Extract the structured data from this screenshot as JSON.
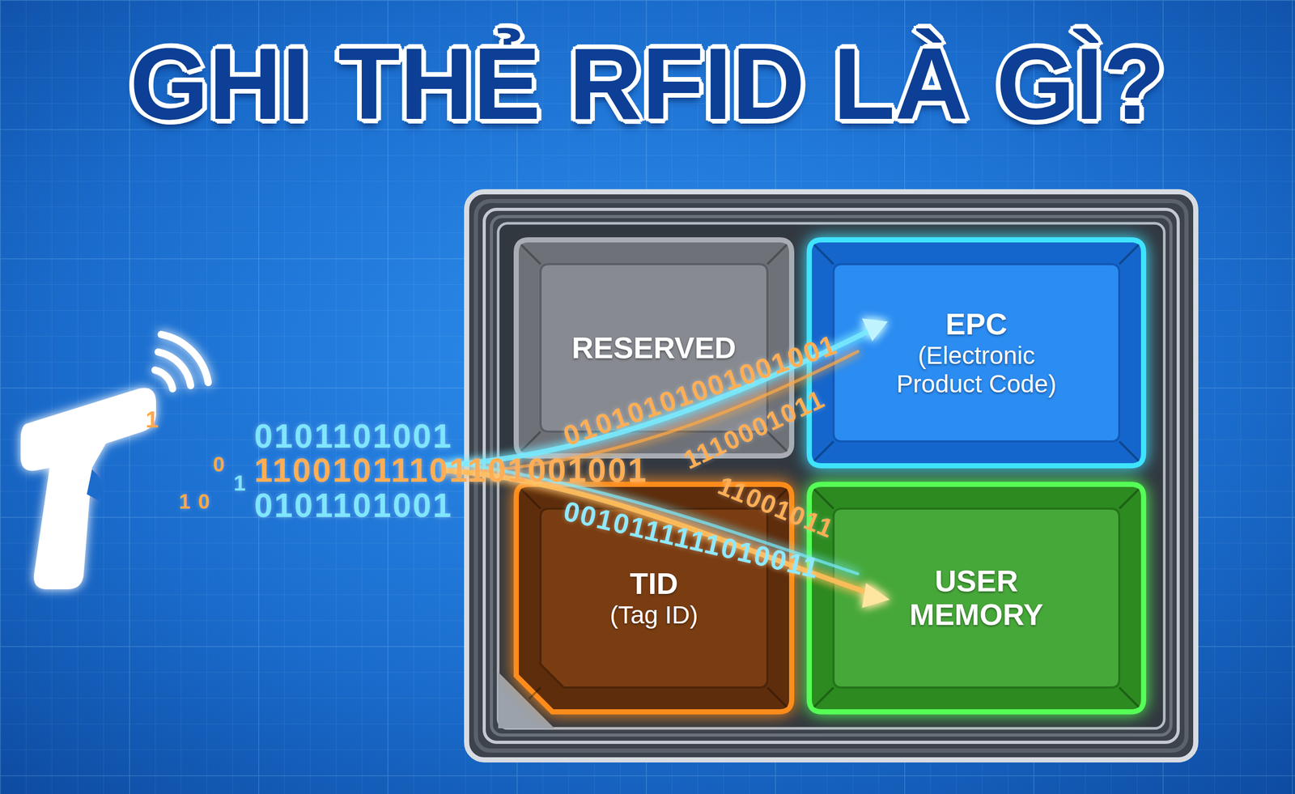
{
  "diagram": {
    "title": "GHI THẺ RFID LÀ GÌ?",
    "nodes": [
      {
        "text": [
          "RESERVED"
        ]
      },
      {
        "text": [
          "EPC",
          "(Electronic Product Code)"
        ]
      },
      {
        "text": [
          "TID",
          "(Tag ID)"
        ]
      },
      {
        "text": [
          "USER MEMORY"
        ]
      }
    ],
    "labels": [
      "1",
      "0101101001",
      "0",
      "11001011101101001001",
      "1",
      "1 0",
      "0101101001",
      "01010101001001001",
      "1110001011",
      "0010111111010011",
      "11001011"
    ]
  }
}
